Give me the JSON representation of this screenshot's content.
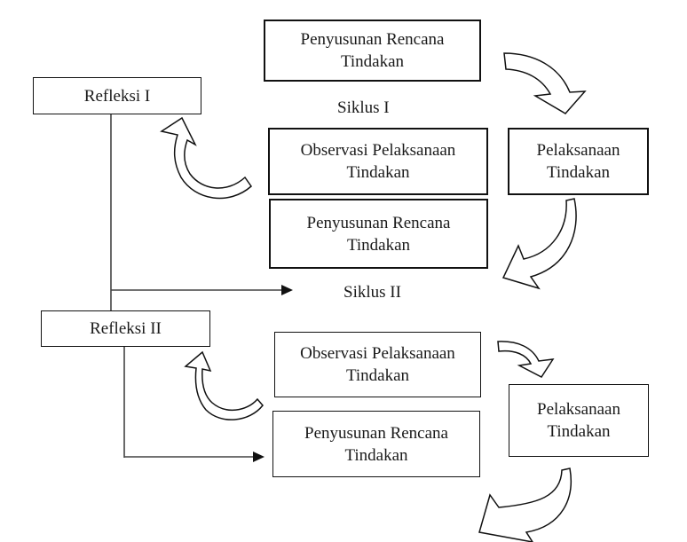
{
  "diagram": {
    "cycle1": {
      "label": "Siklus I",
      "planning": {
        "line1": "Penyusunan Rencana",
        "line2": "Tindakan"
      },
      "action": {
        "line1": "Pelaksanaan",
        "line2": "Tindakan"
      },
      "observation": {
        "line1": "Observasi Pelaksanaan",
        "line2": "Tindakan"
      },
      "reflection": {
        "label": "Refleksi I"
      }
    },
    "cycle2": {
      "label": "Siklus II",
      "planning": {
        "line1": "Penyusunan Rencana",
        "line2": "Tindakan"
      },
      "action": {
        "line1": "Pelaksanaan",
        "line2": "Tindakan"
      },
      "observation": {
        "line1": "Observasi Pelaksanaan",
        "line2": "Tindakan"
      },
      "reflection": {
        "label": "Refleksi II"
      }
    },
    "next_planning": {
      "line1": "Penyusunan Rencana",
      "line2": "Tindakan"
    }
  }
}
